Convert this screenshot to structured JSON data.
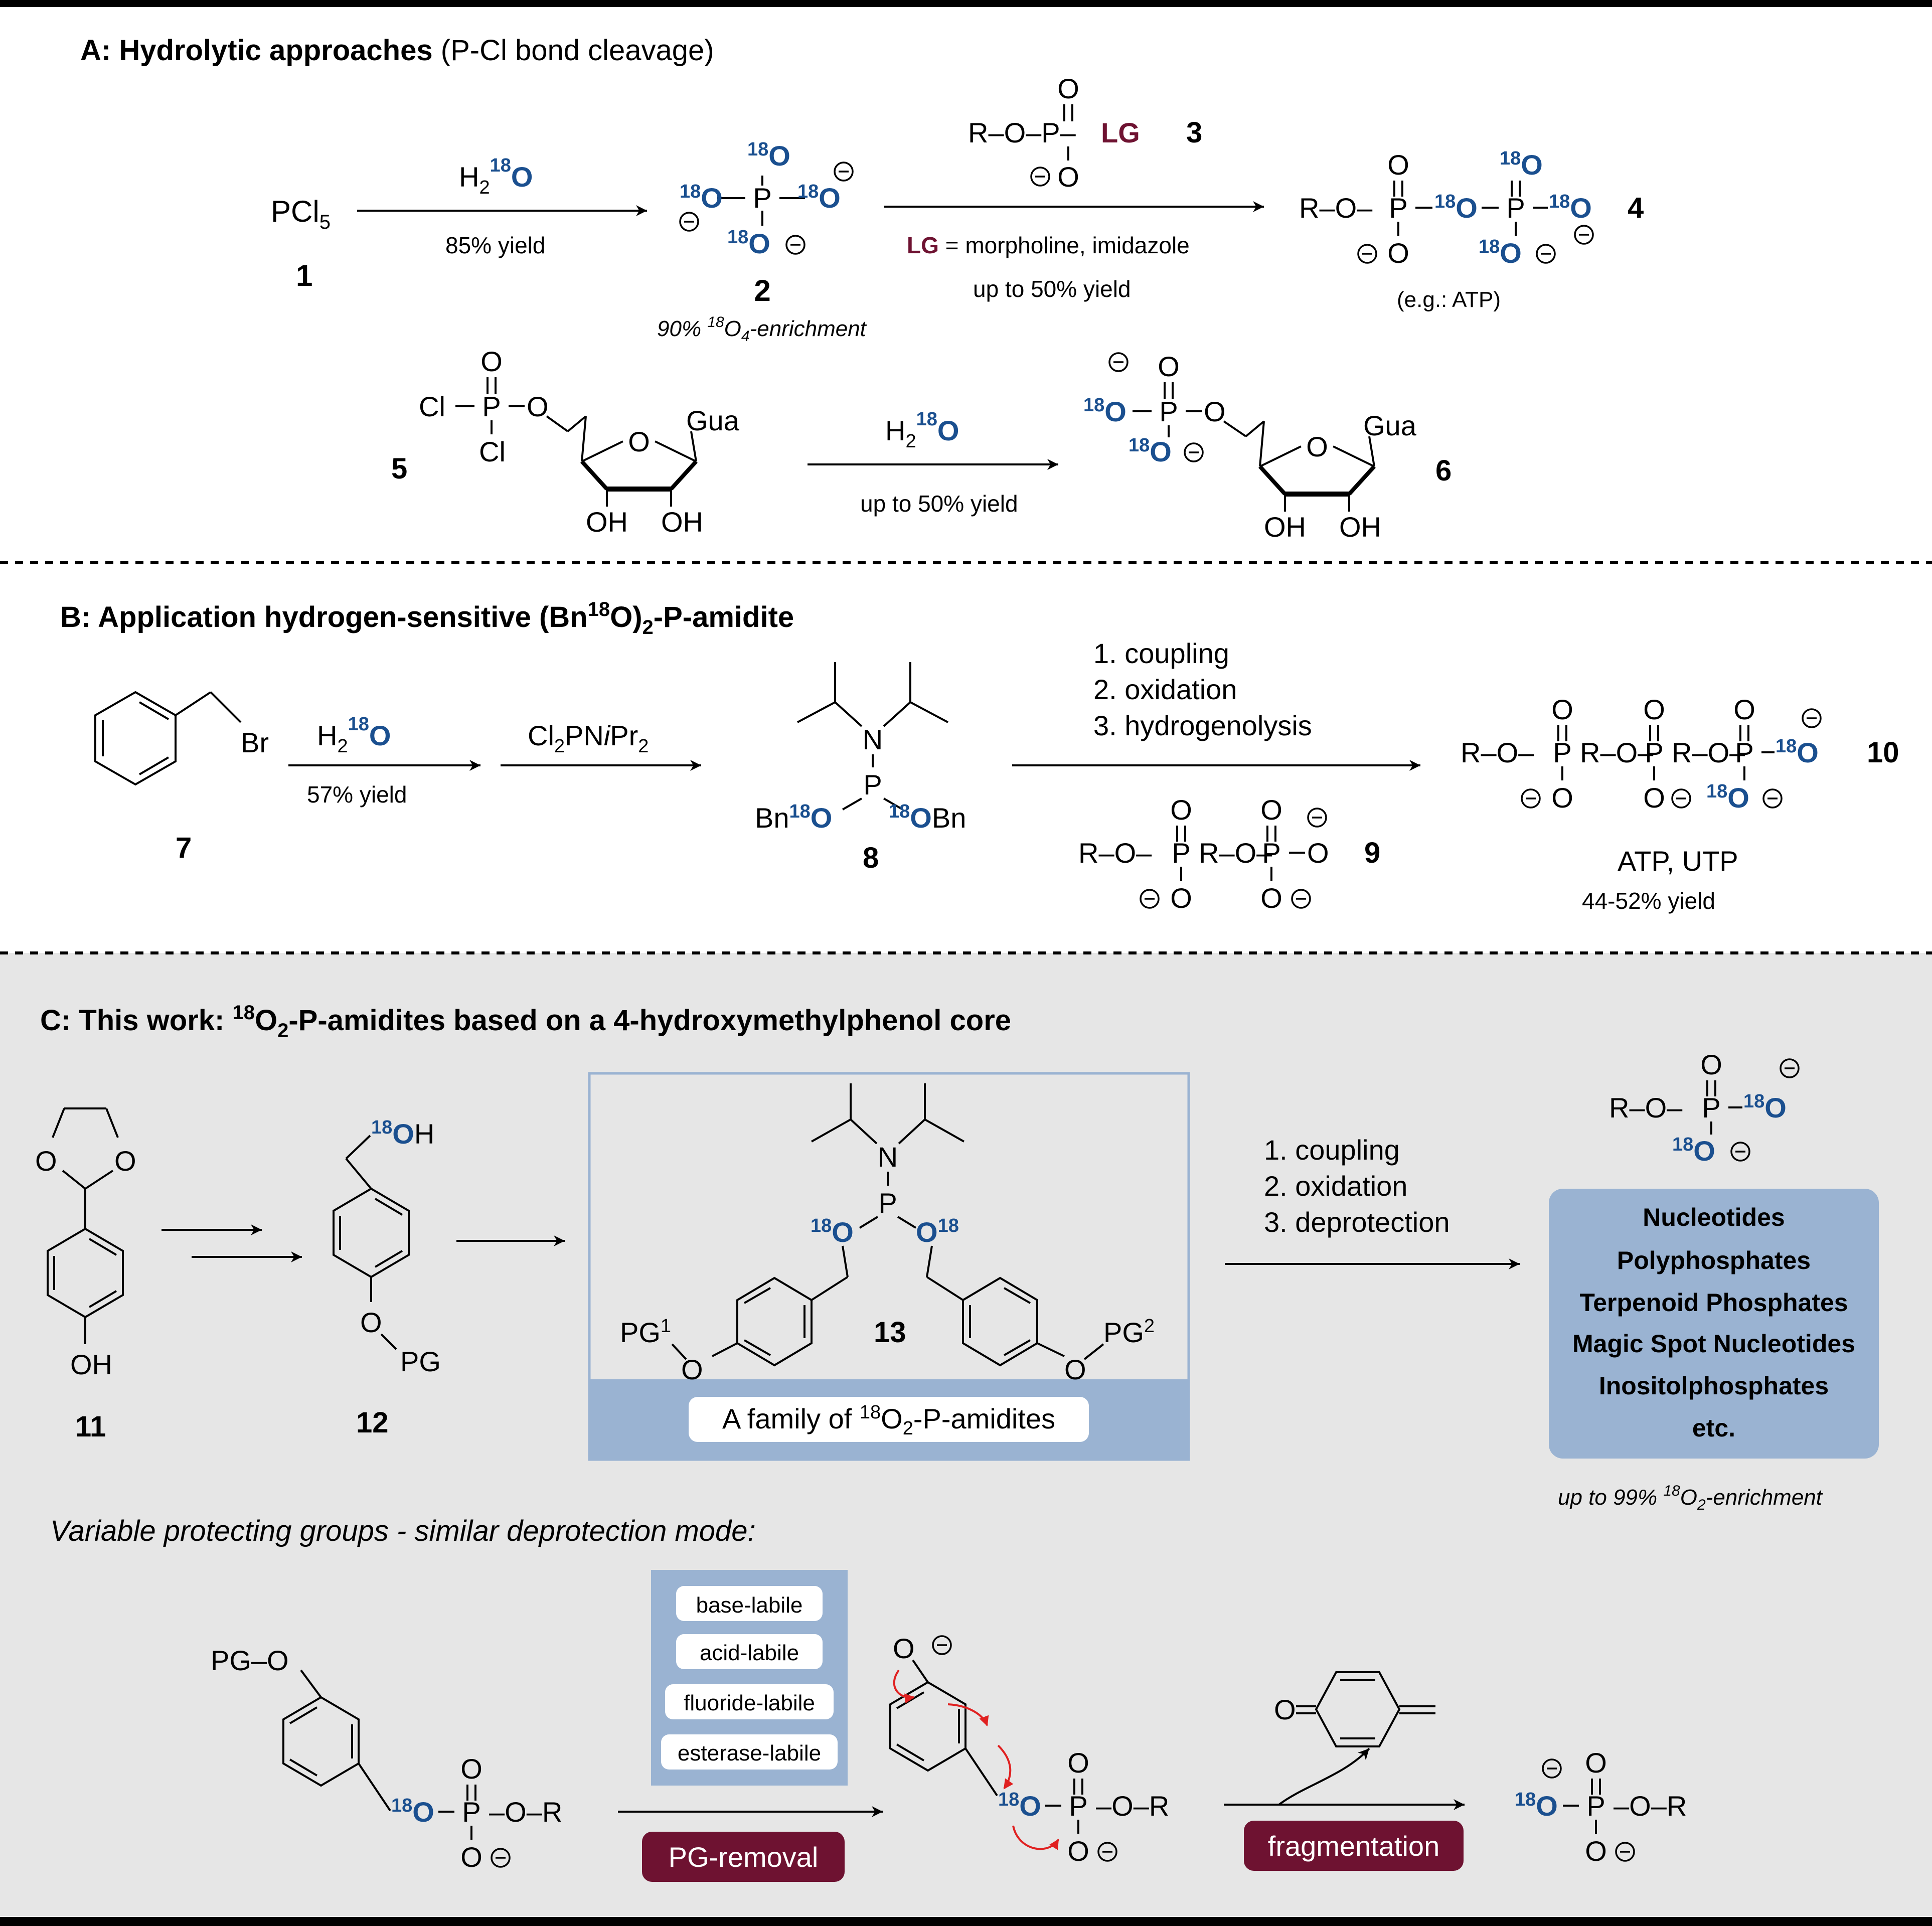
{
  "colors": {
    "isotope_blue": "#1a4f8f",
    "leaving_group_maroon": "#6e1231",
    "panel_c_bg": "#e6e6e6",
    "box_blue": "#9ab3d2",
    "arrow_red": "#e02020",
    "pill_maroon": "#6e1231"
  },
  "section_a": {
    "title_bold": "A: Hydrolytic approaches",
    "title_rest": " (P-Cl bond cleavage)",
    "cpd1": {
      "formula": "PCl",
      "sub": "5",
      "num": "1"
    },
    "step1": {
      "reagent_main": "H",
      "reagent_sub": "2",
      "reagent_iso": "18",
      "reagent_atom": "O",
      "yield": "85% yield"
    },
    "cpd2": {
      "num": "2",
      "note_pre": "90% ",
      "note_iso": "18",
      "note_mid": "O",
      "note_sub": "4",
      "note_post": "-enrichment"
    },
    "cpd3": {
      "left": "R–O–P–",
      "lg": "LG",
      "num": "3"
    },
    "step2": {
      "lg": "LG",
      "lg_text": " = morpholine, imidazole",
      "yield": "up to 50% yield"
    },
    "cpd4": {
      "num": "4",
      "example": "(e.g.: ATP)"
    },
    "cpd5": {
      "num": "5",
      "base": "Gua"
    },
    "step3": {
      "reagent_main": "H",
      "reagent_sub": "2",
      "reagent_iso": "18",
      "reagent_atom": "O",
      "yield": "up to 50% yield"
    },
    "cpd6": {
      "num": "6",
      "base": "Gua"
    }
  },
  "section_b": {
    "title_pre": "B: Application hydrogen-sensitive (Bn",
    "title_iso": "18",
    "title_mid": "O)",
    "title_sub": "2",
    "title_post": "-P-amidite",
    "cpd7": {
      "num": "7",
      "br": "Br"
    },
    "step1": {
      "reagent_main": "H",
      "reagent_sub": "2",
      "reagent_iso": "18",
      "reagent_atom": "O",
      "yield": "57% yield"
    },
    "step2": {
      "reagent": "Cl",
      "sub1": "2",
      "mid": "PN",
      "ital": "i",
      "pr": "Pr",
      "sub2": "2"
    },
    "cpd8": {
      "num": "8",
      "bn": "Bn"
    },
    "step3": {
      "lines": [
        "1. coupling",
        "2. oxidation",
        "3. hydrogenolysis"
      ]
    },
    "cpd9": {
      "num": "9"
    },
    "cpd10": {
      "num": "10",
      "label": "ATP, UTP",
      "yield": "44-52% yield"
    }
  },
  "section_c": {
    "title_pre": "C: This work: ",
    "title_iso": "18",
    "title_mid": "O",
    "title_sub": "2",
    "title_post": "-P-amidites based on a 4-hydroxymethylphenol core",
    "cpd11": {
      "num": "11"
    },
    "cpd12": {
      "num": "12",
      "pg": "PG"
    },
    "cpd13": {
      "num": "13",
      "pg1": "PG",
      "pg1_sup": "1",
      "pg2": "PG",
      "pg2_sup": "2"
    },
    "family": {
      "pre": "A family of ",
      "iso": "18",
      "mid": "O",
      "sub": "2",
      "post": "-P-amidites"
    },
    "steps": {
      "lines": [
        "1. coupling",
        "2. oxidation",
        "3. deprotection"
      ]
    },
    "applications": [
      "Nucleotides",
      "Polyphosphates",
      "Terpenoid Phosphates",
      "Magic Spot Nucleotides",
      "Inositolphosphates",
      "etc."
    ],
    "enrich": {
      "pre": "up to 99% ",
      "iso": "18",
      "mid": "O",
      "sub": "2",
      "post": "-enrichment"
    },
    "variable_note": "Variable protecting groups - similar deprotection mode:",
    "labile": [
      "base-labile",
      "acid-labile",
      "fluoride-labile",
      "esterase-labile"
    ],
    "pg_removal": "PG-removal",
    "fragmentation": "fragmentation",
    "pg_o": "PG–O"
  },
  "atoms": {
    "o": "O",
    "p": "P",
    "n": "N",
    "r": "R",
    "cl": "Cl",
    "oh": "OH",
    "h": "H",
    "iso": "18",
    "minus": "−",
    "ro": "R–O–",
    "or": "–O–R",
    "dash": "–"
  }
}
